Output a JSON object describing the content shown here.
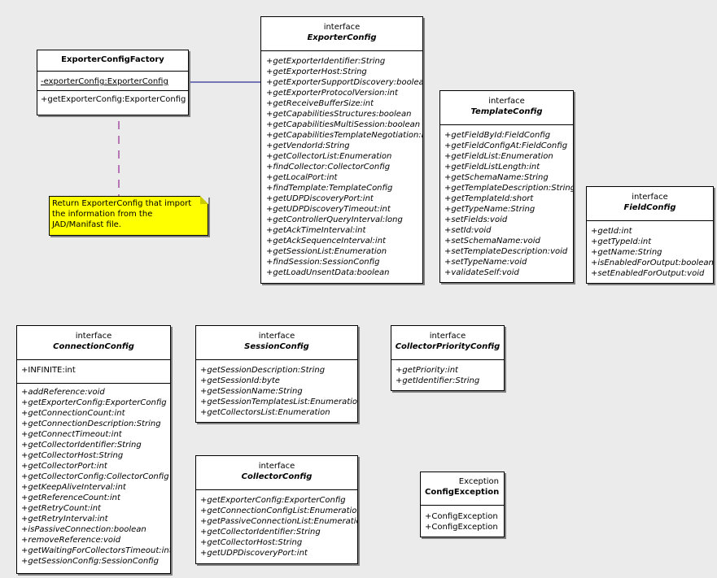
{
  "classes": {
    "exporter_config_factory": {
      "name": "ExporterConfigFactory",
      "attributes": [
        "-exporterConfig:ExporterConfig"
      ],
      "operations": [
        "+getExporterConfig:ExporterConfig"
      ]
    },
    "exporter_config": {
      "stereotype": "interface",
      "name": "ExporterConfig",
      "operations": [
        "+getExporterIdentifier:String",
        "+getExporterHost:String",
        "+getExporterSupportDiscovery:boolean",
        "+getExporterProtocolVersion:int",
        "+getReceiveBufferSize:int",
        "+getCapabilitiesStructures:boolean",
        "+getCapabilitiesMultiSession:boolean",
        "+getCapabilitiesTemplateNegotiation:boo",
        "+getVendorId:String",
        "+getCollectorList:Enumeration",
        "+findCollector:CollectorConfig",
        "+getLocalPort:int",
        "+findTemplate:TemplateConfig",
        "+getUDPDiscoveryPort:int",
        "+getUDPDiscoveryTimeout:int",
        "+getControllerQueryInterval:long",
        "+getAckTimeInterval:int",
        "+getAckSequenceInterval:int",
        "+getSessionList:Enumeration",
        "+findSession:SessionConfig",
        "+getLoadUnsentData:boolean"
      ]
    },
    "template_config": {
      "stereotype": "interface",
      "name": "TemplateConfig",
      "operations": [
        "+getFieldById:FieldConfig",
        "+getFieldConfigAt:FieldConfig",
        "+getFieldList:Enumeration",
        "+getFieldListLength:int",
        "+getSchemaName:String",
        "+getTemplateDescription:String",
        "+getTemplateId:short",
        "+getTypeName:String",
        "+setFields:void",
        "+setId:void",
        "+setSchemaName:void",
        "+setTemplateDescription:void",
        "+setTypeName:void",
        "+validateSelf:void"
      ]
    },
    "field_config": {
      "stereotype": "interface",
      "name": "FieldConfig",
      "operations": [
        "+getId:int",
        "+getTypeId:int",
        "+getName:String",
        "+isEnabledForOutput:boolean",
        "+setEnabledForOutput:void"
      ]
    },
    "connection_config": {
      "stereotype": "interface",
      "name": "ConnectionConfig",
      "attributes": [
        "+INFINITE:int"
      ],
      "operations": [
        "+addReference:void",
        "+getExporterConfig:ExporterConfig",
        "+getConnectionCount:int",
        "+getConnectionDescription:String",
        "+getConnectTimeout:int",
        "+getCollectorIdentifier:String",
        "+getCollectorHost:String",
        "+getCollectorPort:int",
        "+getCollectorConfig:CollectorConfig",
        "+getKeepAliveInterval:int",
        "+getReferenceCount:int",
        "+getRetryCount:int",
        "+getRetryInterval:int",
        "+isPassiveConnection:boolean",
        "+removeReference:void",
        "+getWaitingForCollectorsTimeout:int",
        "+getSessionConfig:SessionConfig"
      ]
    },
    "session_config": {
      "stereotype": "interface",
      "name": "SessionConfig",
      "operations": [
        "+getSessionDescription:String",
        "+getSessionId:byte",
        "+getSessionName:String",
        "+getSessionTemplatesList:Enumeration",
        "+getCollectorsList:Enumeration"
      ]
    },
    "collector_priority_config": {
      "stereotype": "interface",
      "name": "CollectorPriorityConfig",
      "operations": [
        "+getPriority:int",
        "+getIdentifier:String"
      ]
    },
    "collector_config": {
      "stereotype": "interface",
      "name": "CollectorConfig",
      "operations": [
        "+getExporterConfig:ExporterConfig",
        "+getConnectionConfigList:Enumeration",
        "+getPassiveConnectionList:Enumeration",
        "+getCollectorIdentifier:String",
        "+getCollectorHost:String",
        "+getUDPDiscoveryPort:int"
      ]
    },
    "config_exception": {
      "stereotype": "Exception",
      "name": "ConfigException",
      "operations": [
        "+ConfigException",
        "+ConfigException"
      ]
    }
  },
  "note": {
    "lines": [
      "Return ExporterConfig that import",
      "the information from the",
      "JAD/Manifast file."
    ]
  },
  "colors": {
    "background": "#ebebeb",
    "note_fill": "#ffff00",
    "association_line": "#000080",
    "note_link": "#800080"
  }
}
